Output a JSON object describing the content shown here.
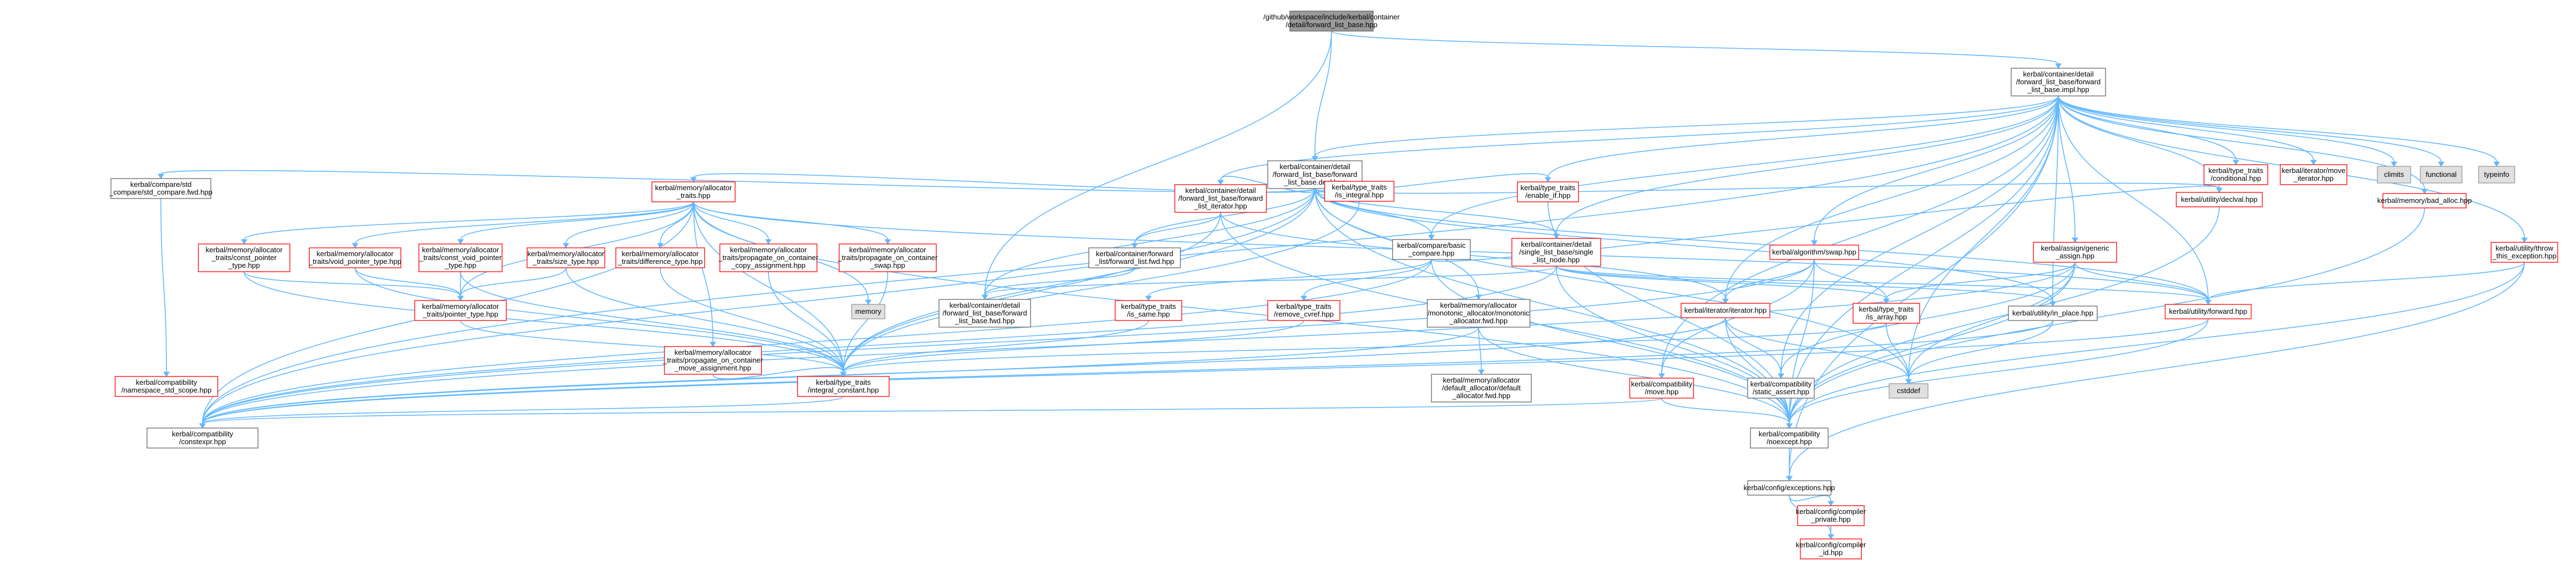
{
  "colors": {
    "edge": "#63b8ff",
    "root_fill": "#999999",
    "root_border": "#666666",
    "normal_fill": "#ffffff",
    "normal_border": "#666666",
    "missing_fill": "#ffffff",
    "missing_border": "#ff0000",
    "external_fill": "#e0e0e0",
    "external_border": "#999999"
  },
  "graph": {
    "nodes": [
      {
        "id": "root",
        "kind": "root",
        "lines": [
          "/github/workspace/include/kerbal/container",
          "/detail/forward_list_base.hpp"
        ]
      },
      {
        "id": "impl",
        "kind": "normal",
        "lines": [
          "kerbal/container/detail",
          "/forward_list_base/forward",
          "_list_base.impl.hpp"
        ]
      },
      {
        "id": "decl",
        "kind": "normal",
        "lines": [
          "kerbal/container/detail",
          "/forward_list_base/forward",
          "_list_base.decl.hpp"
        ]
      },
      {
        "id": "std_compare",
        "kind": "normal",
        "lines": [
          "kerbal/compare/std",
          "_compare/std_compare.fwd.hpp"
        ]
      },
      {
        "id": "alloc_traits",
        "kind": "missing",
        "lines": [
          "kerbal/memory/allocator",
          "_traits.hpp"
        ]
      },
      {
        "id": "fl_iterator",
        "kind": "missing",
        "lines": [
          "kerbal/container/detail",
          "/forward_list_base/forward",
          "_list_iterator.hpp"
        ]
      },
      {
        "id": "is_integral",
        "kind": "missing",
        "lines": [
          "kerbal/type_traits",
          "/is_integral.hpp"
        ]
      },
      {
        "id": "enable_if",
        "kind": "missing",
        "lines": [
          "kerbal/type_traits",
          "/enable_if.hpp"
        ]
      },
      {
        "id": "cond",
        "kind": "missing",
        "lines": [
          "kerbal/type_traits",
          "/conditional.hpp"
        ]
      },
      {
        "id": "move_iter",
        "kind": "missing",
        "lines": [
          "kerbal/iterator/move",
          "_iterator.hpp"
        ]
      },
      {
        "id": "climits",
        "kind": "external",
        "lines": [
          "climits"
        ]
      },
      {
        "id": "functional",
        "kind": "external",
        "lines": [
          "functional"
        ]
      },
      {
        "id": "typeinfo",
        "kind": "external",
        "lines": [
          "typeinfo"
        ]
      },
      {
        "id": "declval",
        "kind": "missing",
        "lines": [
          "kerbal/utility/declval.hpp"
        ]
      },
      {
        "id": "bad_alloc",
        "kind": "missing",
        "lines": [
          "kerbal/memory/bad_alloc.hpp"
        ]
      },
      {
        "id": "throw_this",
        "kind": "missing",
        "lines": [
          "kerbal/utility/throw",
          "_this_exception.hpp"
        ]
      },
      {
        "id": "const_ptr",
        "kind": "missing",
        "lines": [
          "kerbal/memory/allocator",
          "_traits/const_pointer",
          "_type.hpp"
        ]
      },
      {
        "id": "void_ptr",
        "kind": "missing",
        "lines": [
          "kerbal/memory/allocator",
          "_traits/void_pointer_type.hpp"
        ]
      },
      {
        "id": "const_void_ptr",
        "kind": "missing",
        "lines": [
          "kerbal/memory/allocator",
          "_traits/const_void_pointer",
          "_type.hpp"
        ]
      },
      {
        "id": "size_type",
        "kind": "missing",
        "lines": [
          "kerbal/memory/allocator",
          "_traits/size_type.hpp"
        ]
      },
      {
        "id": "diff_type",
        "kind": "missing",
        "lines": [
          "kerbal/memory/allocator",
          "_traits/difference_type.hpp"
        ]
      },
      {
        "id": "prop_copy",
        "kind": "missing",
        "lines": [
          "kerbal/memory/allocator",
          "_traits/propagate_on_container",
          "_copy_assignment.hpp"
        ]
      },
      {
        "id": "prop_swap",
        "kind": "missing",
        "lines": [
          "kerbal/memory/allocator",
          "_traits/propagate_on_container",
          "_swap.hpp"
        ]
      },
      {
        "id": "fl_fwd",
        "kind": "normal",
        "lines": [
          "kerbal/container/forward",
          "_list/forward_list.fwd.hpp"
        ]
      },
      {
        "id": "basic_compare",
        "kind": "normal",
        "lines": [
          "kerbal/compare/basic",
          "_compare.hpp"
        ]
      },
      {
        "id": "sl_base",
        "kind": "missing",
        "lines": [
          "kerbal/container/detail",
          "/single_list_base/single",
          "_list_node.hpp"
        ]
      },
      {
        "id": "swap",
        "kind": "missing",
        "lines": [
          "kerbal/algorithm/swap.hpp"
        ]
      },
      {
        "id": "assign_generic",
        "kind": "missing",
        "lines": [
          "kerbal/assign/generic",
          "_assign.hpp"
        ]
      },
      {
        "id": "pointer_type",
        "kind": "missing",
        "lines": [
          "kerbal/memory/allocator",
          "_traits/pointer_type.hpp"
        ]
      },
      {
        "id": "memory",
        "kind": "external",
        "lines": [
          "memory"
        ]
      },
      {
        "id": "fl_base_fwd",
        "kind": "normal",
        "lines": [
          "kerbal/container/detail",
          "/forward_list_base/forward",
          "_list_base.fwd.hpp"
        ]
      },
      {
        "id": "is_same",
        "kind": "missing",
        "lines": [
          "kerbal/type_traits",
          "/is_same.hpp"
        ]
      },
      {
        "id": "remove_cvref",
        "kind": "missing",
        "lines": [
          "kerbal/type_traits",
          "/remove_cvref.hpp"
        ]
      },
      {
        "id": "monotonic",
        "kind": "normal",
        "lines": [
          "kerbal/memory/allocator",
          "/monotonic_allocator/monotonic",
          "_allocator.fwd.hpp"
        ]
      },
      {
        "id": "iterator",
        "kind": "missing",
        "lines": [
          "kerbal/iterator/iterator.hpp"
        ]
      },
      {
        "id": "is_array",
        "kind": "missing",
        "lines": [
          "kerbal/type_traits",
          "/is_array.hpp"
        ]
      },
      {
        "id": "in_place",
        "kind": "normal",
        "lines": [
          "kerbal/utility/in_place.hpp"
        ]
      },
      {
        "id": "forward",
        "kind": "missing",
        "lines": [
          "kerbal/utility/forward.hpp"
        ]
      },
      {
        "id": "prop_move",
        "kind": "missing",
        "lines": [
          "kerbal/memory/allocator",
          "_traits/propagate_on_container",
          "_move_assignment.hpp"
        ]
      },
      {
        "id": "ns_std_scope",
        "kind": "missing",
        "lines": [
          "kerbal/compatibility",
          "/namespace_std_scope.hpp"
        ]
      },
      {
        "id": "integral_const",
        "kind": "missing",
        "lines": [
          "kerbal/type_traits",
          "/integral_constant.hpp"
        ]
      },
      {
        "id": "default_alloc",
        "kind": "normal",
        "lines": [
          "kerbal/memory/allocator",
          "/default_allocator/default",
          "_allocator.fwd.hpp"
        ]
      },
      {
        "id": "compat_move",
        "kind": "missing",
        "lines": [
          "kerbal/compatibility",
          "/move.hpp"
        ]
      },
      {
        "id": "static_assert",
        "kind": "normal",
        "lines": [
          "kerbal/compatibility",
          "/static_assert.hpp"
        ]
      },
      {
        "id": "cstddef",
        "kind": "external",
        "lines": [
          "cstddef"
        ]
      },
      {
        "id": "constexpr",
        "kind": "normal",
        "lines": [
          "kerbal/compatibility",
          "/constexpr.hpp"
        ]
      },
      {
        "id": "noexcept",
        "kind": "normal",
        "lines": [
          "kerbal/compatibility",
          "/noexcept.hpp"
        ]
      },
      {
        "id": "exceptions",
        "kind": "normal",
        "lines": [
          "kerbal/config/exceptions.hpp"
        ]
      },
      {
        "id": "compiler_private",
        "kind": "missing",
        "lines": [
          "kerbal/config/compiler",
          "_private.hpp"
        ]
      },
      {
        "id": "compiler_id",
        "kind": "missing",
        "lines": [
          "kerbal/config/compiler",
          "_id.hpp"
        ]
      }
    ],
    "edges": [
      [
        "root",
        "impl"
      ],
      [
        "root",
        "decl"
      ],
      [
        "root",
        "fl_base_fwd"
      ],
      [
        "impl",
        "decl"
      ],
      [
        "impl",
        "cond"
      ],
      [
        "impl",
        "move_iter"
      ],
      [
        "impl",
        "climits"
      ],
      [
        "impl",
        "functional"
      ],
      [
        "impl",
        "typeinfo"
      ],
      [
        "impl",
        "declval"
      ],
      [
        "impl",
        "bad_alloc"
      ],
      [
        "impl",
        "throw_this"
      ],
      [
        "impl",
        "enable_if"
      ],
      [
        "impl",
        "swap"
      ],
      [
        "impl",
        "assign_generic"
      ],
      [
        "impl",
        "iterator"
      ],
      [
        "impl",
        "in_place"
      ],
      [
        "impl",
        "forward"
      ],
      [
        "impl",
        "basic_compare"
      ],
      [
        "impl",
        "constexpr"
      ],
      [
        "impl",
        "noexcept"
      ],
      [
        "impl",
        "exceptions"
      ],
      [
        "impl",
        "cstddef"
      ],
      [
        "impl",
        "static_assert"
      ],
      [
        "impl",
        "sl_base"
      ],
      [
        "impl",
        "fl_iterator"
      ],
      [
        "impl",
        "compat_move"
      ],
      [
        "decl",
        "std_compare"
      ],
      [
        "decl",
        "alloc_traits"
      ],
      [
        "decl",
        "fl_iterator"
      ],
      [
        "decl",
        "is_integral"
      ],
      [
        "decl",
        "enable_if"
      ],
      [
        "decl",
        "declval"
      ],
      [
        "decl",
        "fl_fwd"
      ],
      [
        "decl",
        "basic_compare"
      ],
      [
        "decl",
        "sl_base"
      ],
      [
        "decl",
        "monotonic"
      ],
      [
        "decl",
        "constexpr"
      ],
      [
        "decl",
        "noexcept"
      ],
      [
        "decl",
        "integral_const"
      ],
      [
        "decl",
        "cstddef"
      ],
      [
        "decl",
        "in_place"
      ],
      [
        "decl",
        "forward"
      ],
      [
        "decl",
        "fl_base_fwd"
      ],
      [
        "std_compare",
        "ns_std_scope"
      ],
      [
        "alloc_traits",
        "const_ptr"
      ],
      [
        "alloc_traits",
        "void_ptr"
      ],
      [
        "alloc_traits",
        "const_void_ptr"
      ],
      [
        "alloc_traits",
        "size_type"
      ],
      [
        "alloc_traits",
        "diff_type"
      ],
      [
        "alloc_traits",
        "prop_copy"
      ],
      [
        "alloc_traits",
        "prop_swap"
      ],
      [
        "alloc_traits",
        "prop_move"
      ],
      [
        "alloc_traits",
        "pointer_type"
      ],
      [
        "alloc_traits",
        "integral_const"
      ],
      [
        "alloc_traits",
        "memory"
      ],
      [
        "alloc_traits",
        "constexpr"
      ],
      [
        "alloc_traits",
        "noexcept"
      ],
      [
        "alloc_traits",
        "forward"
      ],
      [
        "const_ptr",
        "pointer_type"
      ],
      [
        "const_ptr",
        "integral_const"
      ],
      [
        "void_ptr",
        "pointer_type"
      ],
      [
        "void_ptr",
        "integral_const"
      ],
      [
        "const_void_ptr",
        "pointer_type"
      ],
      [
        "const_void_ptr",
        "integral_const"
      ],
      [
        "size_type",
        "pointer_type"
      ],
      [
        "size_type",
        "integral_const"
      ],
      [
        "diff_type",
        "integral_const"
      ],
      [
        "prop_copy",
        "integral_const"
      ],
      [
        "prop_swap",
        "integral_const"
      ],
      [
        "prop_move",
        "integral_const"
      ],
      [
        "pointer_type",
        "integral_const"
      ],
      [
        "fl_iterator",
        "fl_fwd"
      ],
      [
        "fl_iterator",
        "iterator"
      ],
      [
        "fl_iterator",
        "noexcept"
      ],
      [
        "fl_iterator",
        "integral_const"
      ],
      [
        "is_integral",
        "integral_const"
      ],
      [
        "enable_if",
        "noexcept"
      ],
      [
        "fl_fwd",
        "fl_base_fwd"
      ],
      [
        "basic_compare",
        "constexpr"
      ],
      [
        "basic_compare",
        "noexcept"
      ],
      [
        "basic_compare",
        "is_same"
      ],
      [
        "basic_compare",
        "remove_cvref"
      ],
      [
        "basic_compare",
        "declval"
      ],
      [
        "sl_base",
        "in_place"
      ],
      [
        "sl_base",
        "forward"
      ],
      [
        "sl_base",
        "noexcept"
      ],
      [
        "sl_base",
        "constexpr"
      ],
      [
        "sl_base",
        "fl_base_fwd"
      ],
      [
        "sl_base",
        "is_array"
      ],
      [
        "swap",
        "compat_move"
      ],
      [
        "swap",
        "noexcept"
      ],
      [
        "swap",
        "constexpr"
      ],
      [
        "swap",
        "iterator"
      ],
      [
        "swap",
        "is_array"
      ],
      [
        "assign_generic",
        "forward"
      ],
      [
        "assign_generic",
        "noexcept"
      ],
      [
        "assign_generic",
        "constexpr"
      ],
      [
        "assign_generic",
        "is_array"
      ],
      [
        "assign_generic",
        "cstddef"
      ],
      [
        "assign_generic",
        "static_assert"
      ],
      [
        "is_same",
        "integral_const"
      ],
      [
        "remove_cvref",
        "integral_const"
      ],
      [
        "monotonic",
        "default_alloc"
      ],
      [
        "monotonic",
        "noexcept"
      ],
      [
        "monotonic",
        "constexpr"
      ],
      [
        "iterator",
        "cstddef"
      ],
      [
        "iterator",
        "static_assert"
      ],
      [
        "iterator",
        "noexcept"
      ],
      [
        "iterator",
        "constexpr"
      ],
      [
        "is_array",
        "cstddef"
      ],
      [
        "is_array",
        "integral_const"
      ],
      [
        "in_place",
        "cstddef"
      ],
      [
        "in_place",
        "constexpr"
      ],
      [
        "forward",
        "constexpr"
      ],
      [
        "forward",
        "noexcept"
      ],
      [
        "integral_const",
        "constexpr"
      ],
      [
        "compat_move",
        "noexcept"
      ],
      [
        "compat_move",
        "constexpr"
      ],
      [
        "declval",
        "noexcept"
      ],
      [
        "throw_this",
        "forward"
      ],
      [
        "throw_this",
        "noexcept"
      ],
      [
        "throw_this",
        "exceptions"
      ],
      [
        "bad_alloc",
        "noexcept"
      ],
      [
        "noexcept",
        "exceptions"
      ],
      [
        "exceptions",
        "compiler_private"
      ],
      [
        "exceptions",
        "compiler_id"
      ],
      [
        "compiler_private",
        "compiler_id"
      ]
    ]
  }
}
